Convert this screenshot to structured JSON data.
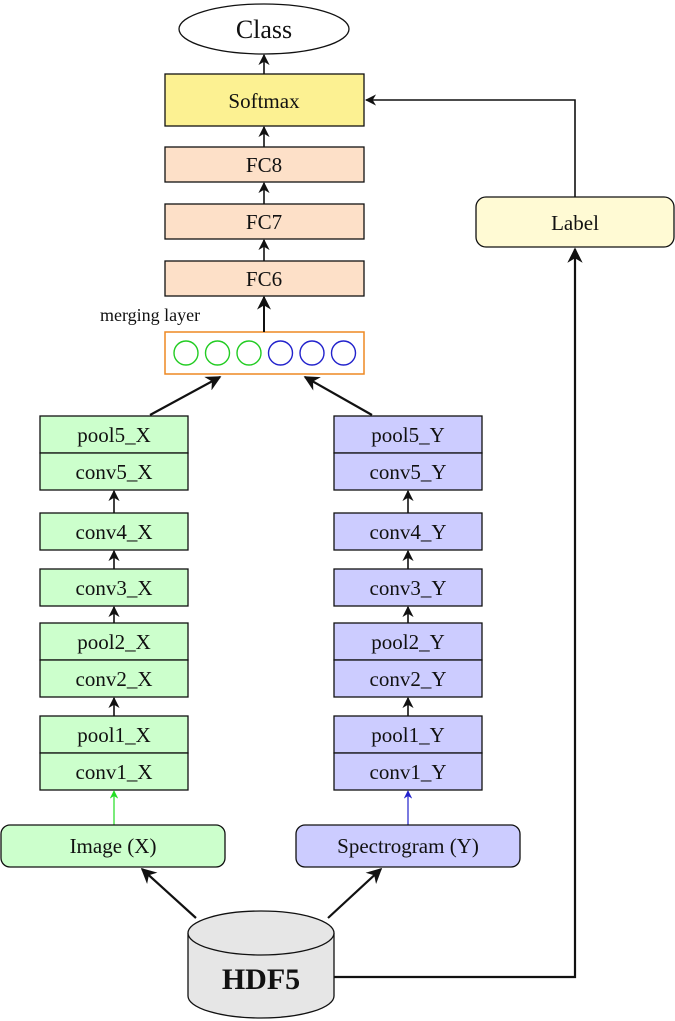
{
  "diagram": {
    "output": {
      "label": "Class"
    },
    "softmax": {
      "label": "Softmax",
      "color": "#fcf192"
    },
    "fc_layers": [
      {
        "label": "FC8",
        "color": "#fde0c8"
      },
      {
        "label": "FC7",
        "color": "#fde0c8"
      },
      {
        "label": "FC6",
        "color": "#fde0c8"
      }
    ],
    "label_node": {
      "label": "Label",
      "color": "#fffad4"
    },
    "merging": {
      "caption": "merging layer",
      "border_color": "#ee8822",
      "neurons": [
        {
          "stream": "X",
          "color": "#22cc22"
        },
        {
          "stream": "X",
          "color": "#22cc22"
        },
        {
          "stream": "X",
          "color": "#22cc22"
        },
        {
          "stream": "Y",
          "color": "#2222cc"
        },
        {
          "stream": "Y",
          "color": "#2222cc"
        },
        {
          "stream": "Y",
          "color": "#2222cc"
        }
      ]
    },
    "stream_x": {
      "color": "#ccffcc",
      "edge_color": "#22dd22",
      "blocks": [
        [
          "pool5_X",
          "conv5_X"
        ],
        [
          "conv4_X"
        ],
        [
          "conv3_X"
        ],
        [
          "pool2_X",
          "conv2_X"
        ],
        [
          "pool1_X",
          "conv1_X"
        ]
      ],
      "input": "Image (X)"
    },
    "stream_y": {
      "color": "#ccccff",
      "edge_color": "#2222cc",
      "blocks": [
        [
          "pool5_Y",
          "conv5_Y"
        ],
        [
          "conv4_Y"
        ],
        [
          "conv3_Y"
        ],
        [
          "pool2_Y",
          "conv2_Y"
        ],
        [
          "pool1_Y",
          "conv1_Y"
        ]
      ],
      "input": "Spectrogram (Y)"
    },
    "source": {
      "label": "HDF5",
      "color": "#e6e6e6"
    }
  }
}
